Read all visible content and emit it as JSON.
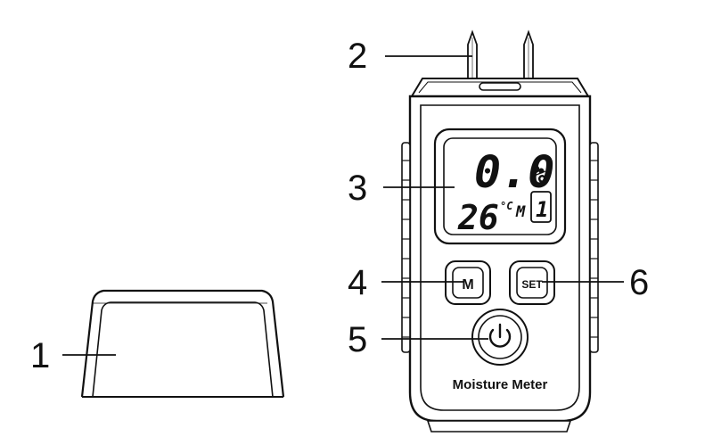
{
  "callouts": {
    "c1": "1",
    "c2": "2",
    "c3": "3",
    "c4": "4",
    "c5": "5",
    "c6": "6"
  },
  "display": {
    "moisture_reading": "0.0",
    "percent_unit": "%",
    "temperature_reading": "26",
    "temperature_unit": "°C",
    "mode_indicator": "M",
    "mode_number": "1"
  },
  "buttons": {
    "mode_label": "M",
    "set_label": "SET"
  },
  "device": {
    "brand_label": "Moisture Meter"
  },
  "icons": {
    "power_button": "power-icon"
  },
  "colors": {
    "stroke": "#111111",
    "lcd_background": "#ffffff",
    "body_fill": "#ffffff"
  }
}
